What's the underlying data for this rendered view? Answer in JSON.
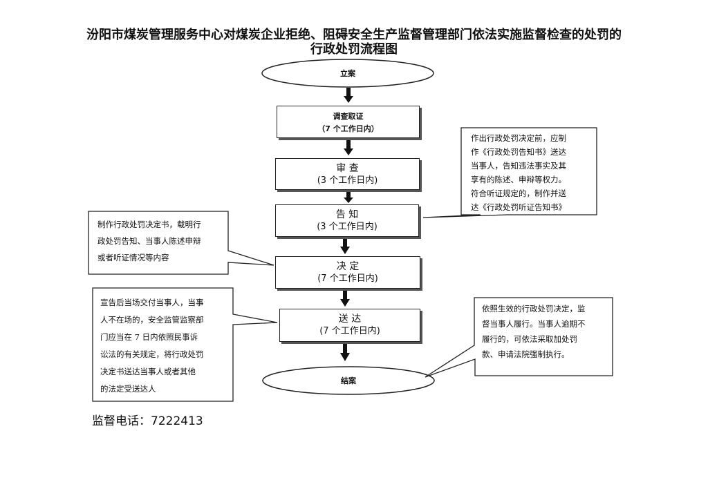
{
  "title_line1": "汾阳市煤炭管理服务中心对煤炭企业拒绝、阻碍安全生产监督管理部门依法实施监督检查的处罚的",
  "title_line2": "行政处罚流程图",
  "steps": {
    "start": "立案",
    "s1": {
      "name": "调查取证",
      "duration": "（7 个工作日内）"
    },
    "s2": {
      "name": "审  查",
      "duration": "(3 个工作日内)"
    },
    "s3": {
      "name": "告  知",
      "duration": "(3 个工作日内)"
    },
    "s4": {
      "name": "决  定",
      "duration": "(7 个工作日内)"
    },
    "s5": {
      "name": "送  达",
      "duration": "(7 个工作日内)"
    },
    "end": "结案"
  },
  "notes": {
    "notify": [
      "作出行政处罚决定前，应制",
      "作《行政处罚告知书》送达",
      "当事人，告知违法事实及其",
      "享有的陈述、申辩等权力。",
      "符合听证规定的，制作并送",
      "达《行政处罚听证告知书》"
    ],
    "decide": [
      "制作行政处罚决定书，载明行",
      "政处罚告知、当事人陈述申辩",
      "或者听证情况等内容"
    ],
    "deliver": [
      "宣告后当场交付当事人，当事",
      "人不在场的，安全监管监察部",
      "门应当在 7 日内依照民事诉",
      "讼法的有关规定，将行政处罚",
      "决定书送达当事人或者其他",
      "的法定受送达人"
    ],
    "close": [
      "依照生效的行政处罚决定，监",
      "督当事人履行。当事人逾期不",
      "履行的，可依法采取加处罚",
      "款、申请法院强制执行。"
    ]
  },
  "phone": "监督电话：7222413"
}
